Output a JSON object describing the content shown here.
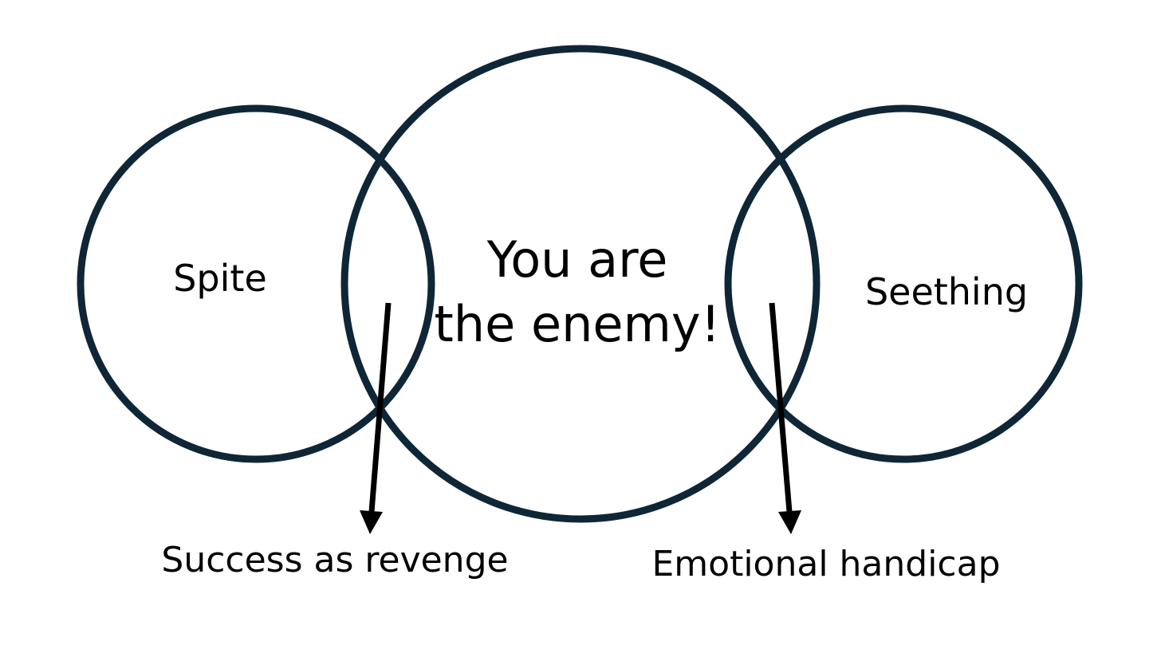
{
  "diagram": {
    "circles": {
      "left": "Spite",
      "center_line1": "You are",
      "center_line2": "the enemy!",
      "right": "Seething"
    },
    "outcomes": {
      "left": "Success as revenge",
      "right": "Emotional handicap"
    }
  },
  "colors": {
    "circle_stroke": "#0f2636",
    "arrow": "#000000",
    "text": "#000000"
  }
}
